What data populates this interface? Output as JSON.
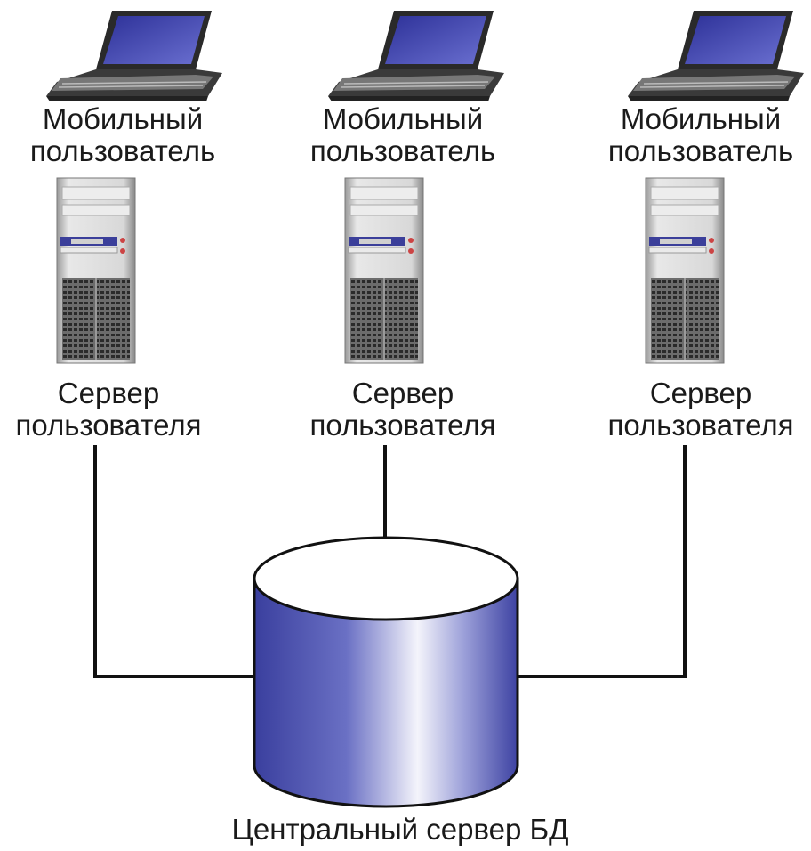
{
  "nodes": {
    "mobile_users": [
      {
        "line1": "Мобильный",
        "line2": "пользователь",
        "icon": "laptop-icon"
      },
      {
        "line1": "Мобильный",
        "line2": "пользователь",
        "icon": "laptop-icon"
      },
      {
        "line1": "Мобильный",
        "line2": "пользователь",
        "icon": "laptop-icon"
      }
    ],
    "user_servers": [
      {
        "line1": "Сервер",
        "line2": "пользователя",
        "icon": "tower-server-icon"
      },
      {
        "line1": "Сервер",
        "line2": "пользователя",
        "icon": "tower-server-icon"
      },
      {
        "line1": "Сервер",
        "line2": "пользователя",
        "icon": "tower-server-icon"
      }
    ],
    "central_db": {
      "label": "Центральный сервер БД",
      "icon": "database-cylinder-icon"
    }
  },
  "colors": {
    "db_fill_dark": "#3a3f9e",
    "db_fill_light": "#ffffff",
    "laptop_screen": "#3c3fa8",
    "connector": "#111111"
  }
}
